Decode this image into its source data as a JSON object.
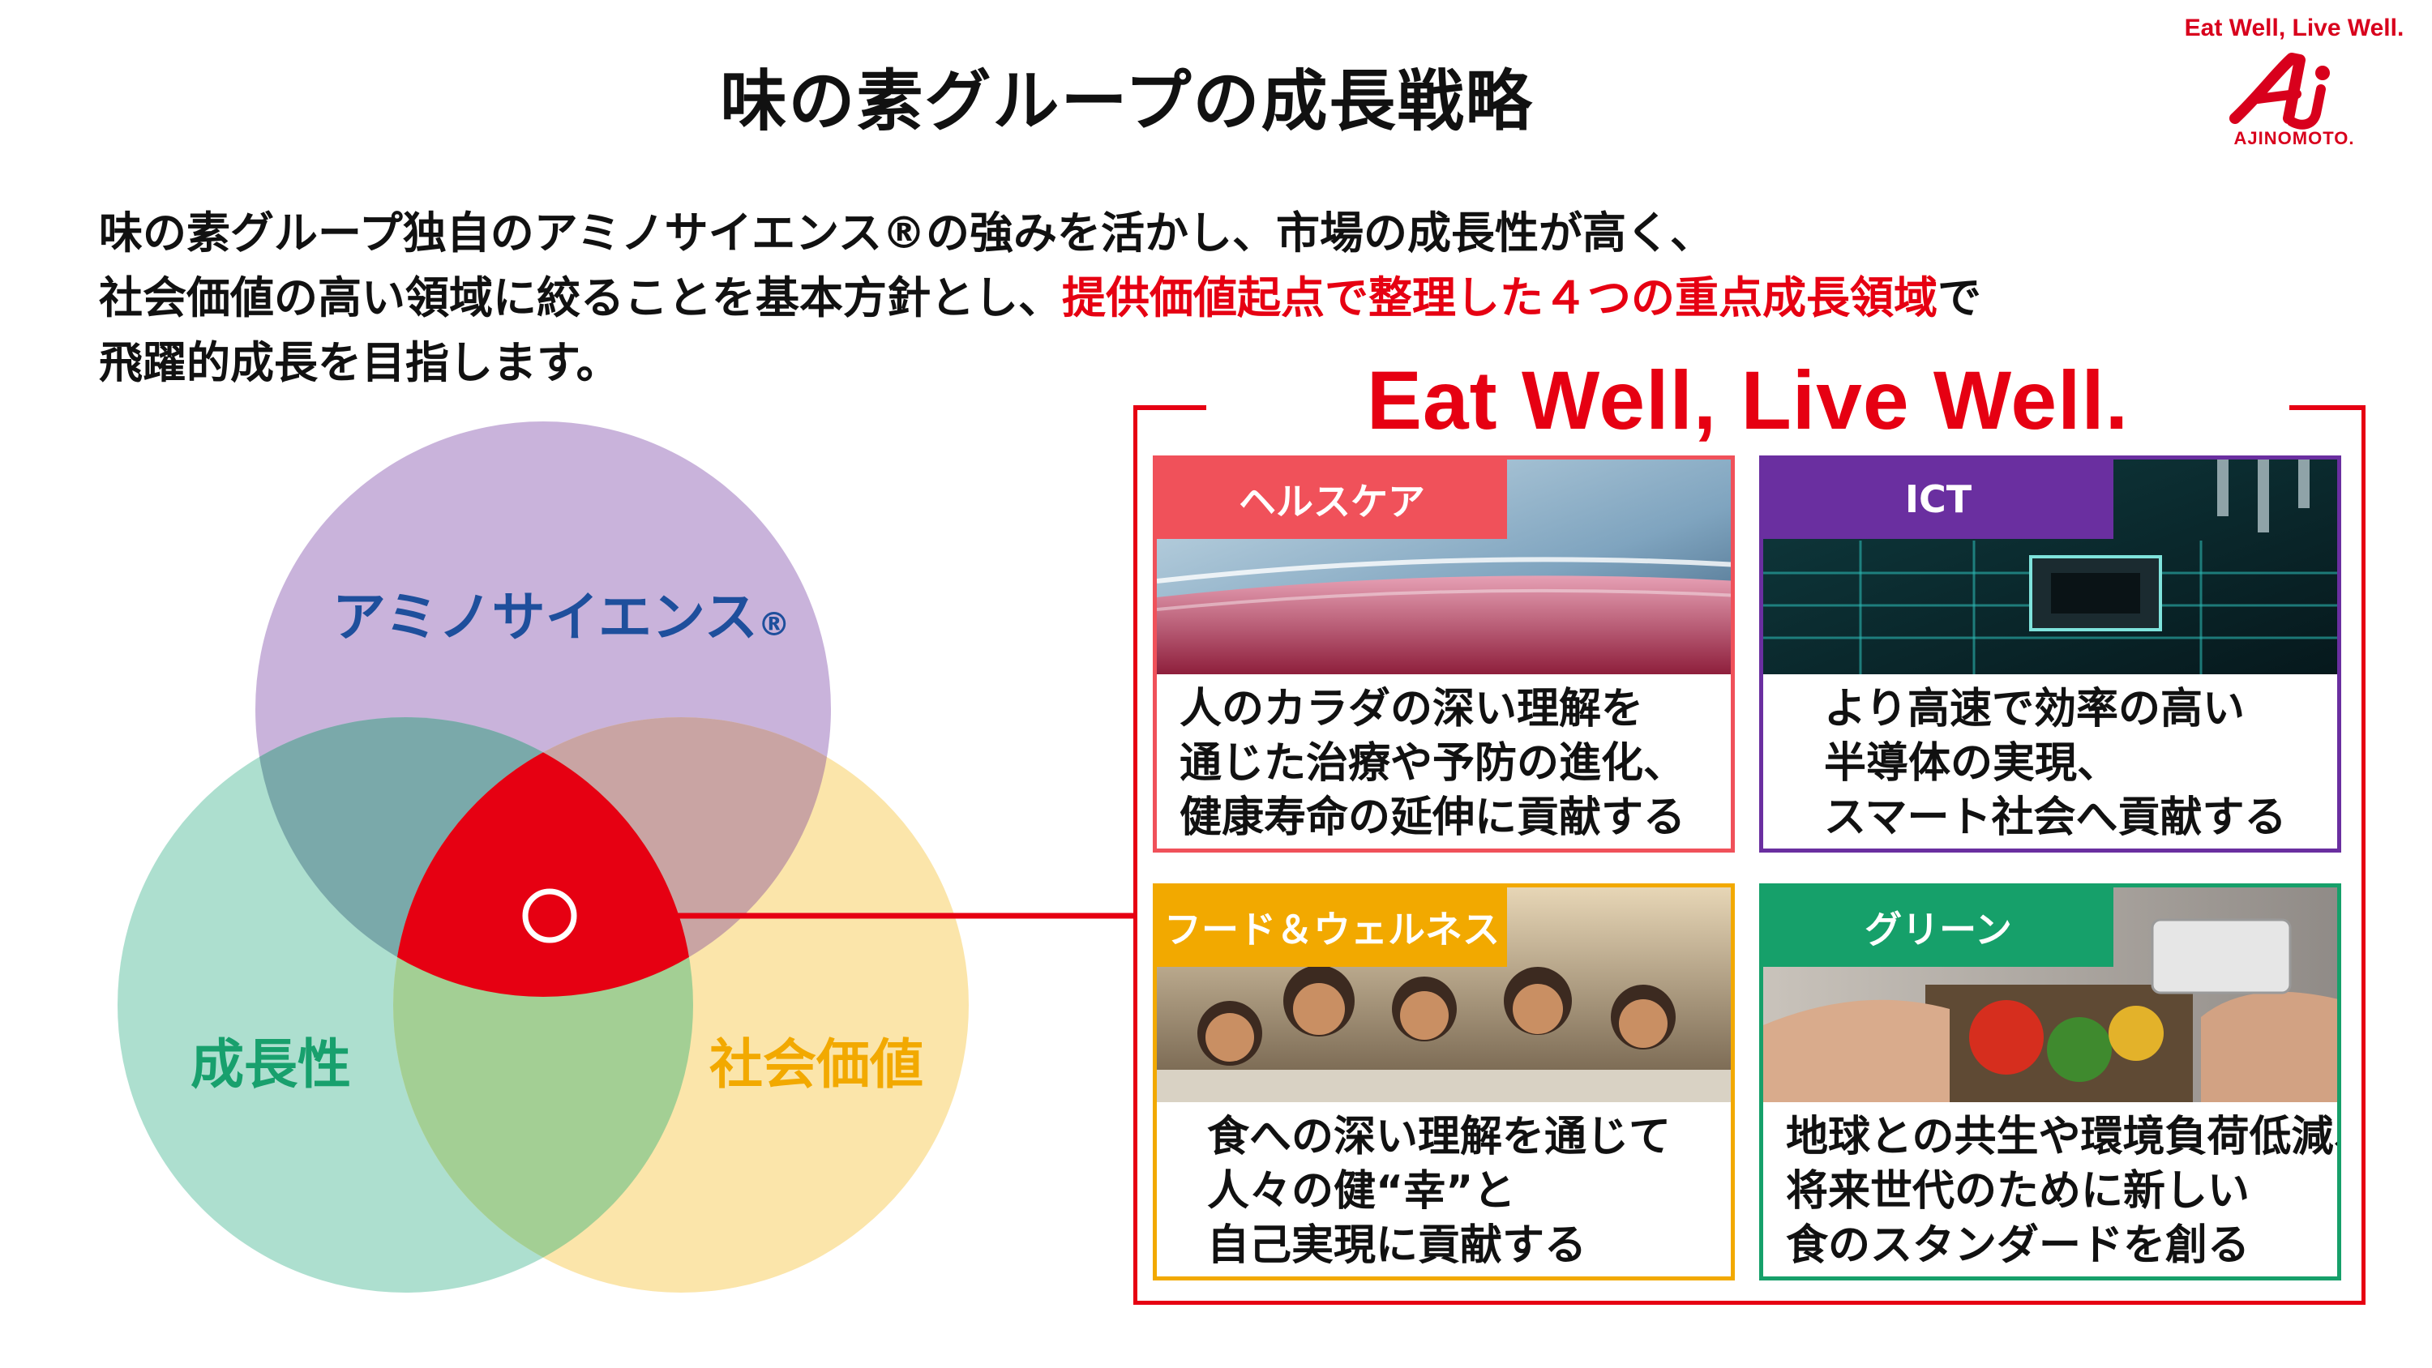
{
  "title": "味の素グループの成長戦略",
  "logo": {
    "tagline": "Eat Well, Live Well.",
    "brand": "AJINOMOTO."
  },
  "intro": {
    "line1": "味の素グループ独自のアミノサイエンス®の強みを活かし、市場の成長性が高く、",
    "line2_pre": "社会価値の高い領域に絞ることを基本方針とし、",
    "line2_highlight": "提供価値起点で整理した４つの重点成長領域",
    "line2_post": "で",
    "line3": "飛躍的成長を目指します。"
  },
  "venn": {
    "top": "アミノサイエンス",
    "top_mark": "®",
    "left": "成長性",
    "right": "社会価値"
  },
  "slogan": "Eat Well, Live Well.",
  "areas": [
    {
      "label": "ヘルスケア",
      "lines": [
        "人のカラダの深い理解を",
        "通じた治療や予防の進化、",
        "健康寿命の延伸に貢献する"
      ]
    },
    {
      "label": "ICT",
      "lines": [
        "より高速で効率の高い",
        "半導体の実現、",
        "スマート社会へ貢献する"
      ]
    },
    {
      "label": "フード＆ウェルネス",
      "lines": [
        "食への深い理解を通じて",
        "人々の健“幸”と",
        "自己実現に貢献する"
      ]
    },
    {
      "label": "グリーン",
      "lines": [
        "地球との共生や環境負荷低減、",
        "将来世代のために新しい",
        "食のスタンダードを創る"
      ]
    }
  ],
  "colors": {
    "red": "#e60012",
    "healthcare": "#f0515a",
    "ict": "#6a2fa0",
    "food": "#f2a900",
    "green": "#16a06a",
    "venn_top": "#c9b3db",
    "venn_left": "#a6dccb",
    "venn_right": "#fbe3a3",
    "label_blue": "#1e4f9c",
    "label_green": "#18a06d",
    "label_orange": "#f2a900"
  }
}
